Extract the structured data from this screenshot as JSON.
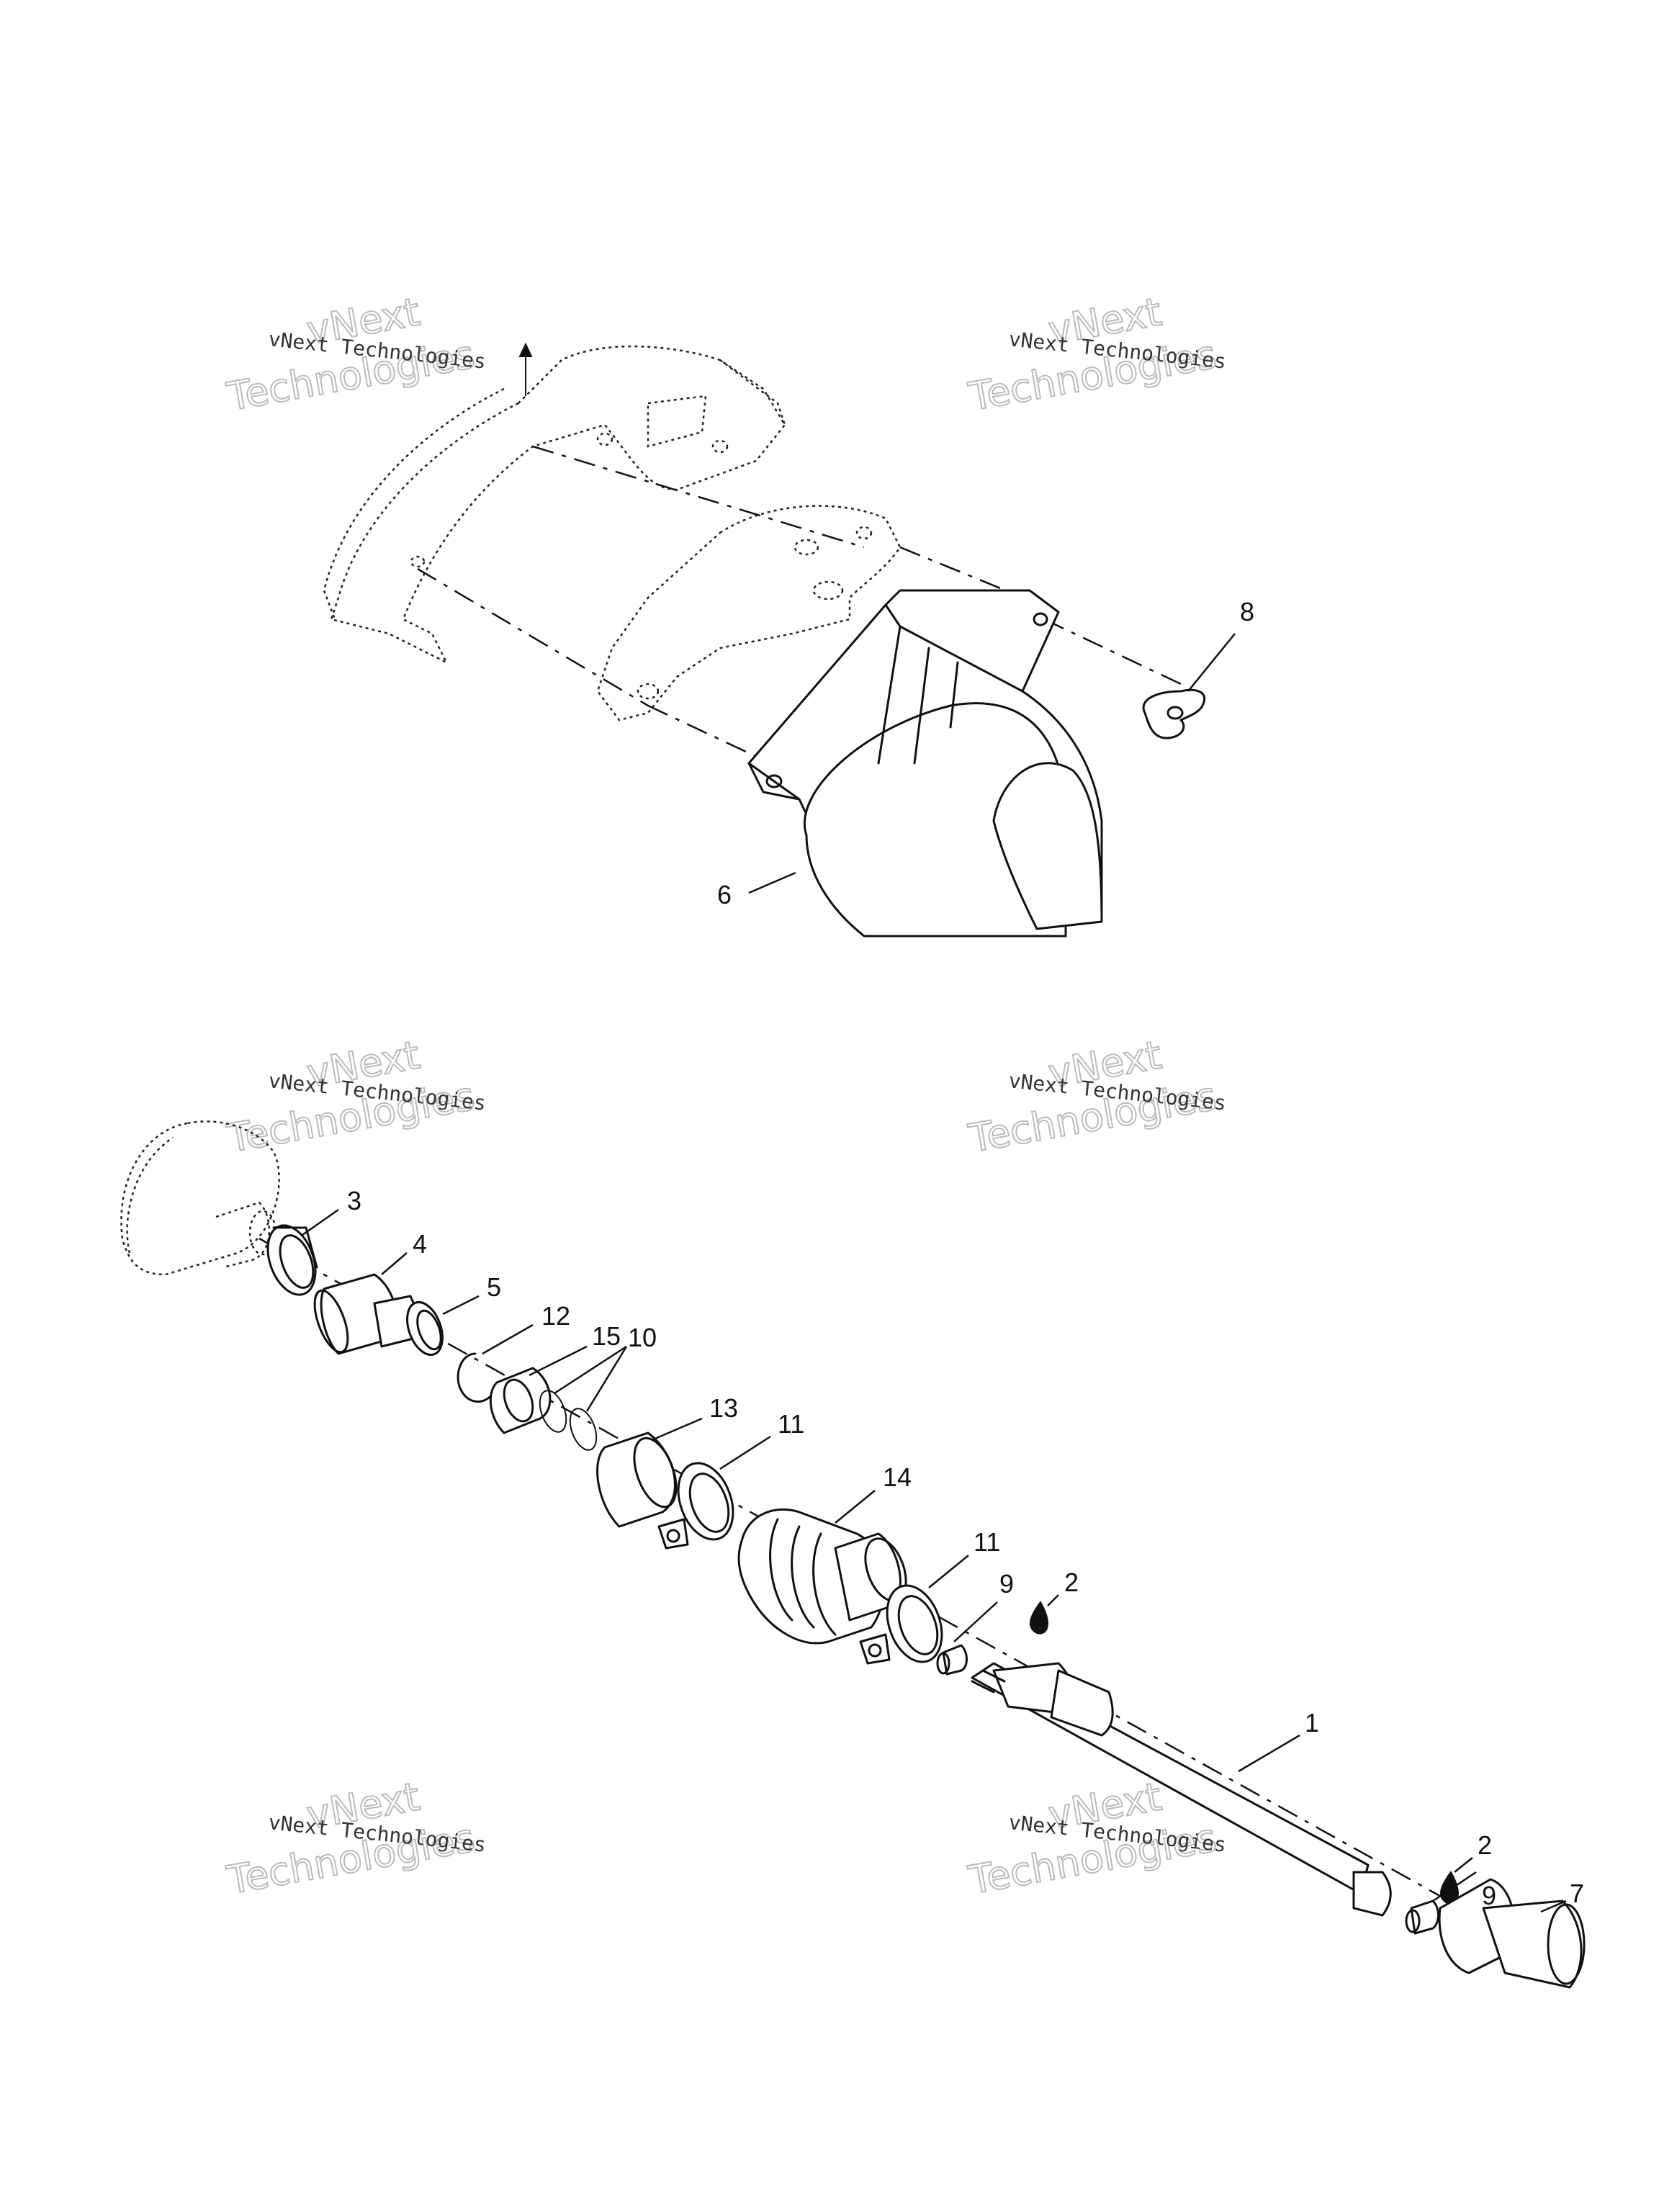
{
  "watermark": {
    "line1": "vNext Technologies",
    "line2a": "vNext",
    "line2b": "Technologies"
  },
  "callouts": {
    "c1": "1",
    "c2a": "2",
    "c2b": "2",
    "c3": "3",
    "c4": "4",
    "c5": "5",
    "c6": "6",
    "c7": "7",
    "c8": "8",
    "c9a": "9",
    "c9b": "9",
    "c10": "10",
    "c11a": "11",
    "c11b": "11",
    "c12": "12",
    "c13": "13",
    "c14": "14",
    "c15": "15"
  }
}
